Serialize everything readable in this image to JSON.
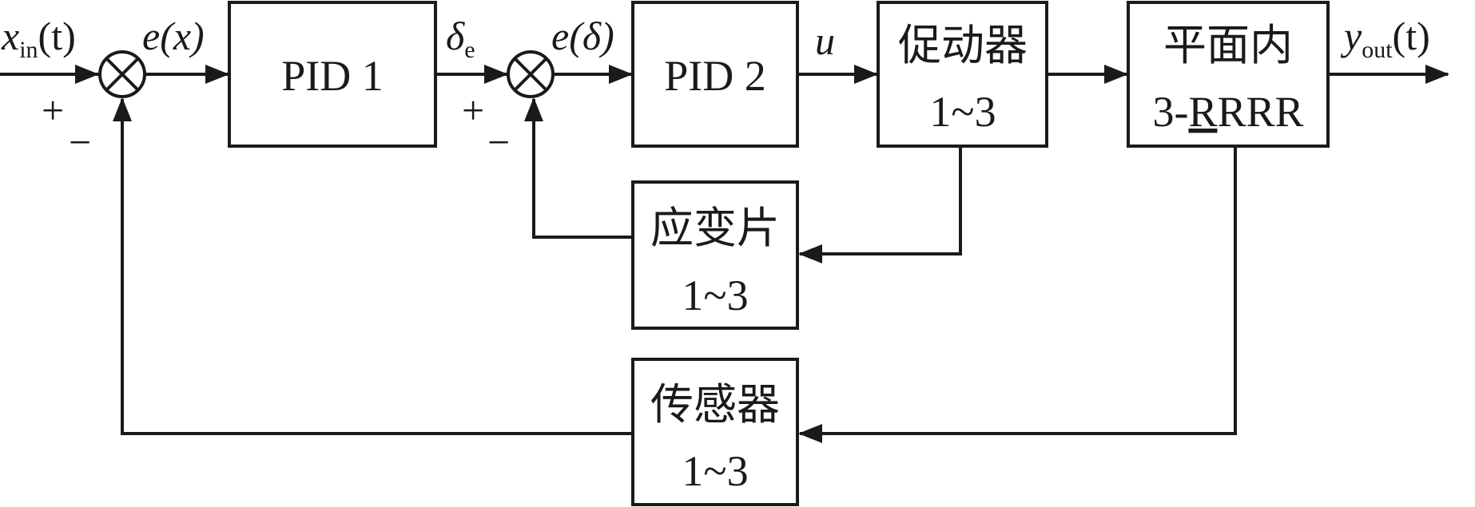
{
  "blocks": {
    "pid1": {
      "label": "PID 1"
    },
    "pid2": {
      "label": "PID 2"
    },
    "actuator": {
      "line1": "促动器",
      "line2": "1~3"
    },
    "plant": {
      "line1": "平面内",
      "line2_prefix": "3-",
      "line2_underlined": "R",
      "line2_suffix": "RRR"
    },
    "strain": {
      "line1": "应变片",
      "line2": "1~3"
    },
    "sensor": {
      "line1": "传感器",
      "line2": "1~3"
    }
  },
  "signals": {
    "input": {
      "main": "x",
      "sub": "in",
      "arg": "(t)"
    },
    "error_x": "e(x)",
    "delta_e": {
      "main": "δ",
      "sub": "e"
    },
    "error_delta": "e(δ)",
    "control": "u",
    "output": {
      "main": "y",
      "sub": "out",
      "arg": "(t)"
    }
  },
  "signs": {
    "sum1_plus": "+",
    "sum1_minus": "−",
    "sum2_plus": "+",
    "sum2_minus": "−"
  }
}
